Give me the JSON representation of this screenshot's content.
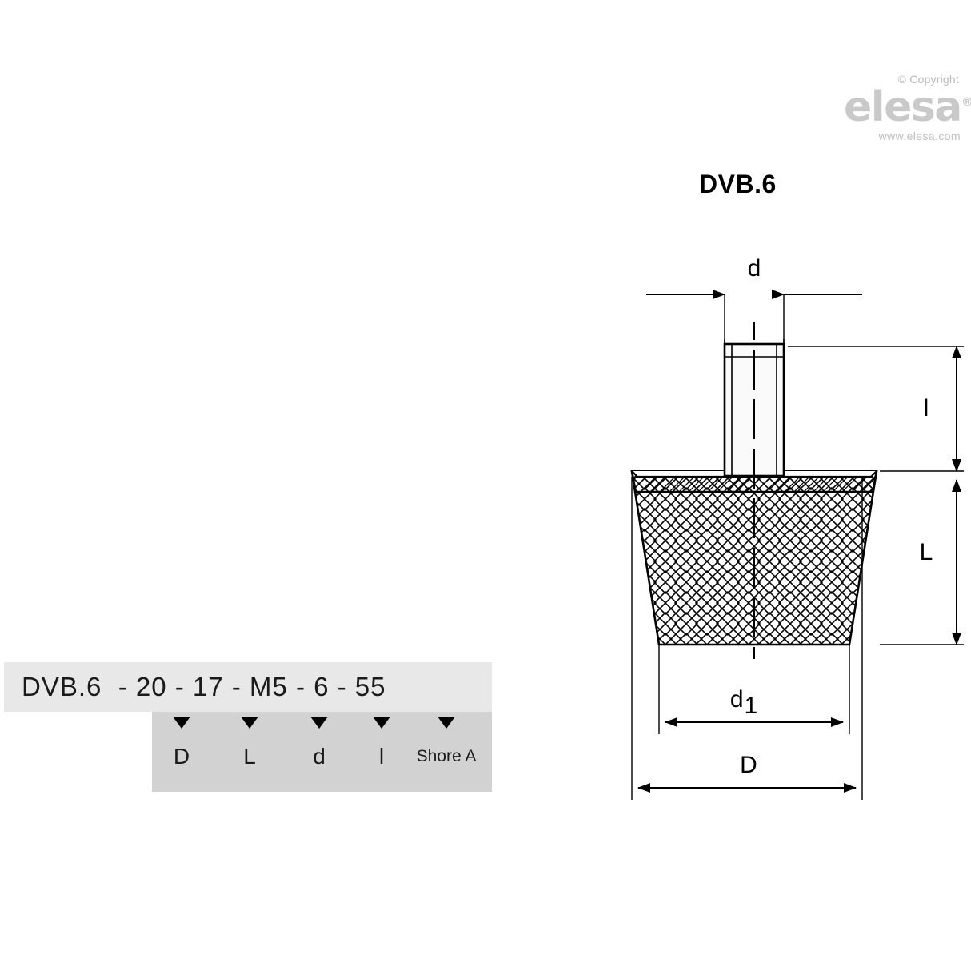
{
  "brand": {
    "copyright": "© Copyright",
    "name": "elesa",
    "registered": "®",
    "url": "www.elesa.com"
  },
  "figure": {
    "title": "DVB.6",
    "dimension_labels": {
      "d": "d",
      "l_small": "l",
      "L": "L",
      "d1": "d",
      "d1_sub": "1",
      "D": "D"
    }
  },
  "code_key": {
    "code": "DVB.6  - 20 - 17 - M5 - 6 - 55",
    "parts": [
      {
        "label": "D",
        "value": "20"
      },
      {
        "label": "L",
        "value": "17"
      },
      {
        "label": "d",
        "value": "M5"
      },
      {
        "label": "l",
        "value": "6"
      },
      {
        "label": "Shore A",
        "value": "55"
      }
    ]
  },
  "colors": {
    "line": "#000000",
    "code_bar_bg": "#e8e8e8",
    "legend_bar_bg": "#d2d2d2",
    "logo_grey": "#c9c9c9"
  }
}
